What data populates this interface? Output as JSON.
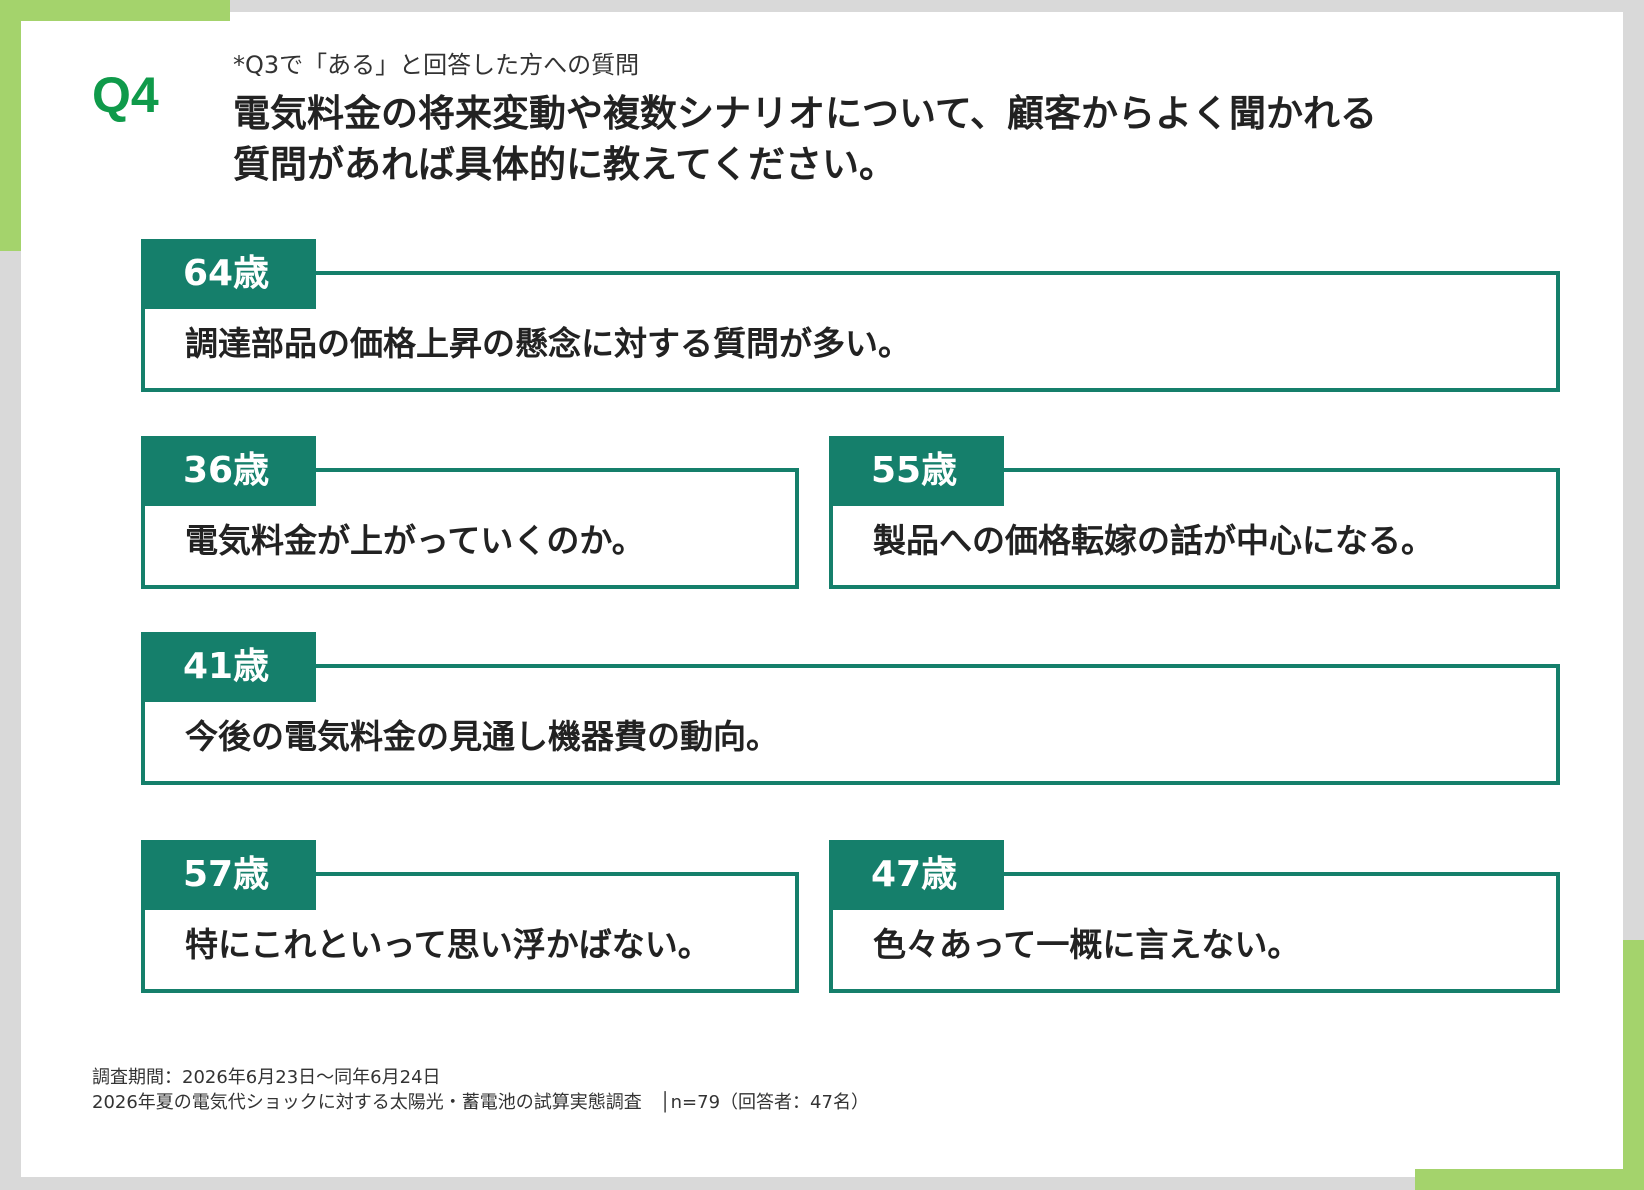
{
  "question": {
    "label": "Q4",
    "note": "*Q3で「ある」と回答した方への質問",
    "title_line1": "電気料金の将来変動や複数シナリオについて、顧客からよく聞かれる",
    "title_line2": "質問があれば具体的に教えてください。"
  },
  "responses": [
    {
      "age": "64歳",
      "text": "調達部品の価格上昇の懸念に対する質問が多い。"
    },
    {
      "age": "36歳",
      "text": "電気料金が上がっていくのか。"
    },
    {
      "age": "55歳",
      "text": "製品への価格転嫁の話が中心になる。"
    },
    {
      "age": "41歳",
      "text": "今後の電気料金の見通し機器費の動向。"
    },
    {
      "age": "57歳",
      "text": "特にこれといって思い浮かばない。"
    },
    {
      "age": "47歳",
      "text": "色々あって一概に言えない。"
    }
  ],
  "source": {
    "period": "調査期間：2026年6月23日～同年6月24日",
    "survey": "2026年夏の電気代ショックに対する太陽光・蓄電池の試算実態調査　│n=79（回答者：47名）"
  },
  "colors": {
    "accent_green": "#a4d36c",
    "q_green": "#0f9a4a",
    "card_teal": "#157f6b"
  }
}
